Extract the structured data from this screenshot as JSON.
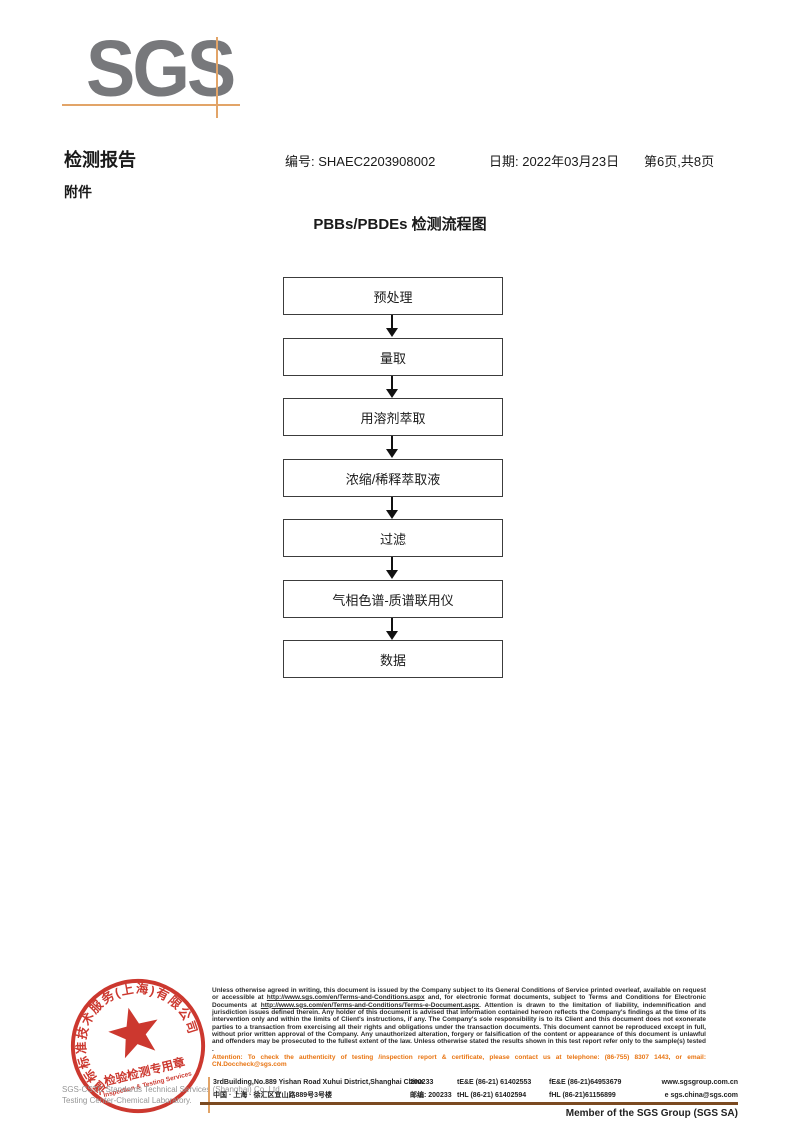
{
  "logo": {
    "text": "SGS"
  },
  "header": {
    "title": "检测报告",
    "report_no": "编号: SHAEC2203908002",
    "date": "日期: 2022年03月23日",
    "page_info": "第6页,共8页",
    "attachment": "附件"
  },
  "flowchart": {
    "title": "PBBs/PBDEs 检测流程图",
    "steps": [
      "预处理",
      "量取",
      "用溶剂萃取",
      "浓缩/稀释萃取液",
      "过滤",
      "气相色谱-质谱联用仪",
      "数据"
    ]
  },
  "stamp": {
    "ring_text": "通标标准技术服务(上海)有限公司",
    "inner_line1": "检验检测专用章",
    "inner_line2": "Inspection & Testing Services",
    "color": "#c8281e"
  },
  "company": {
    "line1": "SGS-CSTC Standards Technical Services (Shanghai) Co.,Ltd.",
    "line2": "Testing Center-Chemical Laboratory."
  },
  "legal": {
    "p1": "Unless otherwise agreed in writing, this document is issued by the Company subject to its General Conditions of Service printed overleaf, available on request or accessible at ",
    "link1": "http://www.sgs.com/en/Terms-and-Conditions.aspx",
    "p2": " and, for electronic format documents, subject to Terms and Conditions for Electronic Documents at ",
    "link2": "http://www.sgs.com/en/Terms-and-Conditions/Terms-e-Document.aspx",
    "p3": ". Attention is drawn to the limitation of liability, indemnification and jurisdiction issues defined therein. Any holder of this document is advised that information contained hereon reflects the Company's findings at the time of its intervention only and within the limits of Client's instructions, if any. The Company's sole responsibility is to its Client and this document does not exonerate parties to a transaction from exercising all their rights and obligations under the transaction documents. This document cannot be reproduced except in full, without prior written approval of the Company. Any unauthorized alteration, forgery or falsification of the content or appearance of this document is unlawful and offenders may be prosecuted to the fullest extent of the law. Unless otherwise stated the results shown in this test report refer only to the sample(s) tested .",
    "attention_p": "Attention: To check the authenticity of testing /inspection report & certificate, please contact us at telephone: (86-755) 8307 1443, or email: ",
    "attention_email": "CN.Doccheck@sgs.com"
  },
  "address": {
    "street_en": "3rdBuilding,No.889 Yishan Road Xuhui District,Shanghai China",
    "postal_en": "200233",
    "tel1": "tE&E (86-21) 61402553",
    "fax1": "fE&E (86-21)64953679",
    "web": "www.sgsgroup.com.cn",
    "street_cn": "中国 · 上海 · 徐汇区宜山路889号3号楼",
    "postal_cn": "邮编: 200233",
    "tel2": "tHL (86-21) 61402594",
    "fax2": "fHL (86-21)61156899",
    "email": "e sgs.china@sgs.com"
  },
  "footer": {
    "member": "Member of the SGS Group (SGS SA)"
  }
}
